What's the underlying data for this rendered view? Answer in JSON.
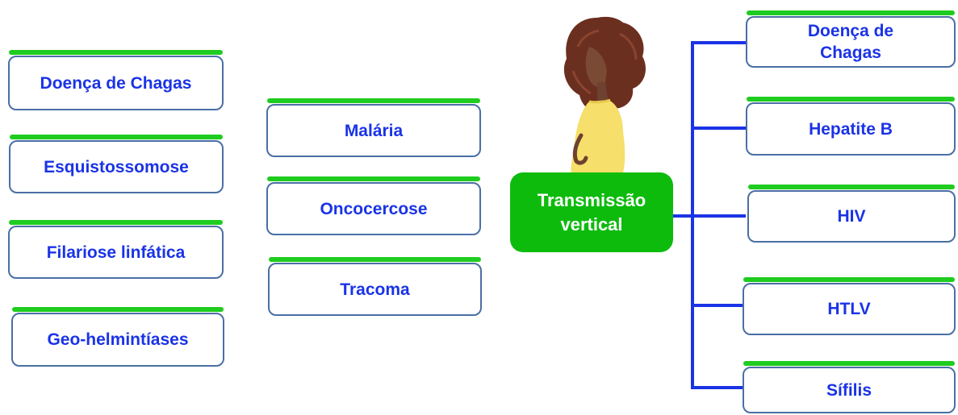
{
  "colors": {
    "card_text": "#1a33e6",
    "card_border": "#4a6fa5",
    "card_top_bar": "#1fcc1f",
    "center_fill": "#0dbb0d",
    "connector": "#1a33e6"
  },
  "left_column": [
    {
      "label": "Doença de Chagas"
    },
    {
      "label": "Esquistossomose"
    },
    {
      "label": "Filariose linfática"
    },
    {
      "label": "Geo-helmintíases"
    }
  ],
  "middle_column": [
    {
      "label": "Malária"
    },
    {
      "label": "Oncocercose"
    },
    {
      "label": "Tracoma"
    }
  ],
  "center": {
    "label": "Transmissão vertical",
    "illustration": "pregnant-woman-illustration"
  },
  "right_column": [
    {
      "label": "Doença de Chagas"
    },
    {
      "label": "Hepatite B"
    },
    {
      "label": "HIV"
    },
    {
      "label": "HTLV"
    },
    {
      "label": "Sífilis"
    }
  ]
}
